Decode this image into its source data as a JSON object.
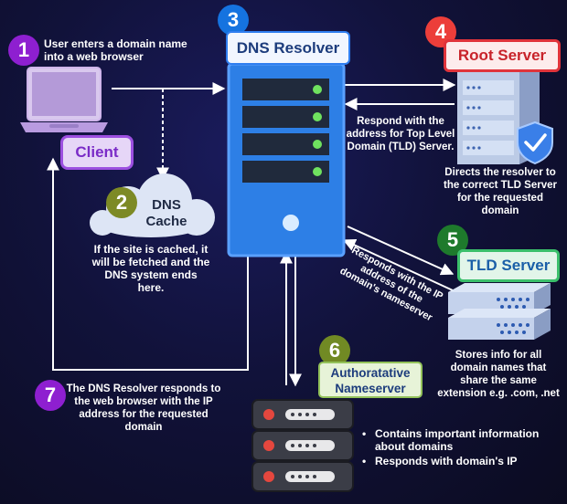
{
  "steps": {
    "s1": {
      "number": "1",
      "text": "User enters a domain name into a web browser"
    },
    "s2": {
      "number": "2",
      "label": "DNS Cache",
      "text": "If the site is cached, it will be fetched and the DNS system ends here."
    },
    "s3": {
      "number": "3",
      "label": "DNS Resolver"
    },
    "s4": {
      "number": "4",
      "label": "Root Server",
      "text": "Directs the resolver to the correct TLD Server for the requested domain"
    },
    "s5": {
      "number": "5",
      "label": "TLD Server",
      "text": "Stores info for all domain names that share the same extension e.g. .com, .net"
    },
    "s6": {
      "number": "6",
      "label": "Authoratative Nameserver",
      "bullets": [
        "Contains important information about domains",
        "Responds with domain's IP"
      ]
    },
    "s7": {
      "number": "7",
      "text": "The DNS Resolver responds to the web browser with the IP address for the requested domain"
    }
  },
  "client_label": "Client",
  "arrow_notes": {
    "root_response": "Respond with the address for Top Level Domain (TLD) Server.",
    "tld_response": "Responds with the IP address of the domain's nameserver"
  },
  "colors": {
    "purple": "#8e1fd0",
    "blue": "#1573e0",
    "red": "#ec3e3a",
    "green": "#1e7a2c",
    "olive": "#718a24"
  }
}
